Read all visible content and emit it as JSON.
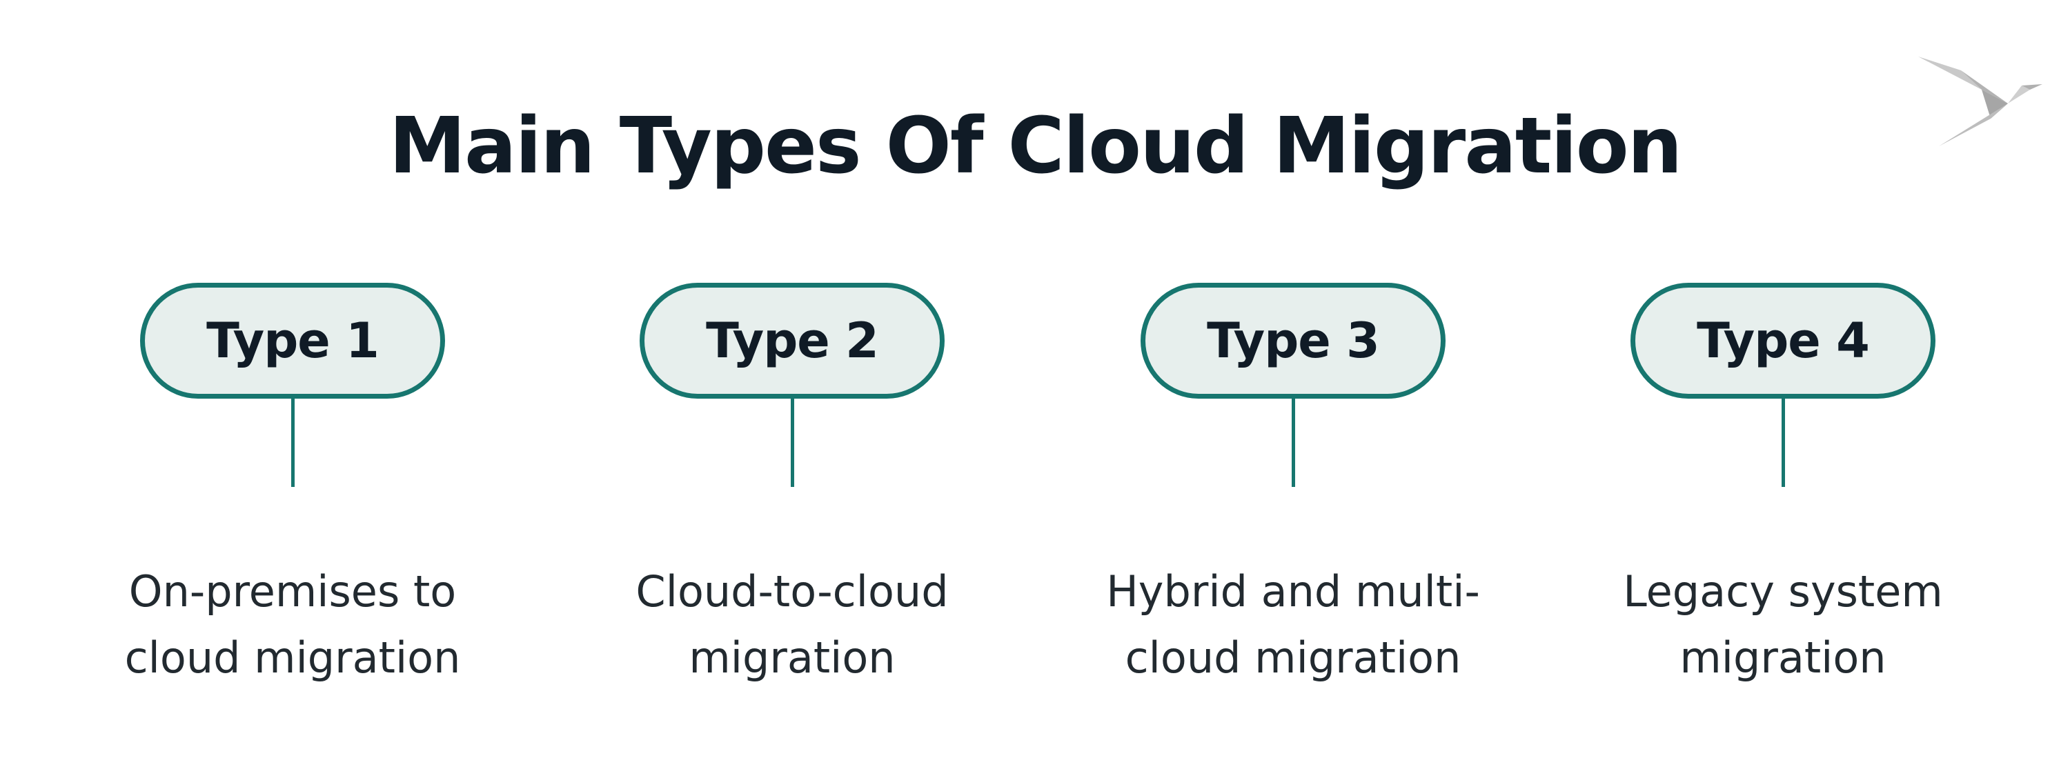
{
  "title": "Main Types Of Cloud Migration",
  "colors": {
    "accent": "#17766f",
    "pill_fill": "#e7efed",
    "title_text": "#101b26",
    "body_text": "#222a30",
    "logo_gray": "#bdbdbd"
  },
  "logo_icon": "origami-bird-icon",
  "types": [
    {
      "label": "Type 1",
      "description_lines": [
        "On-premises to",
        "cloud migration"
      ]
    },
    {
      "label": "Type 2",
      "description_lines": [
        "Cloud-to-cloud",
        "migration"
      ]
    },
    {
      "label": "Type 3",
      "description_lines": [
        "Hybrid and multi-",
        "cloud migration"
      ]
    },
    {
      "label": "Type 4",
      "description_lines": [
        "Legacy system",
        "migration"
      ]
    }
  ]
}
